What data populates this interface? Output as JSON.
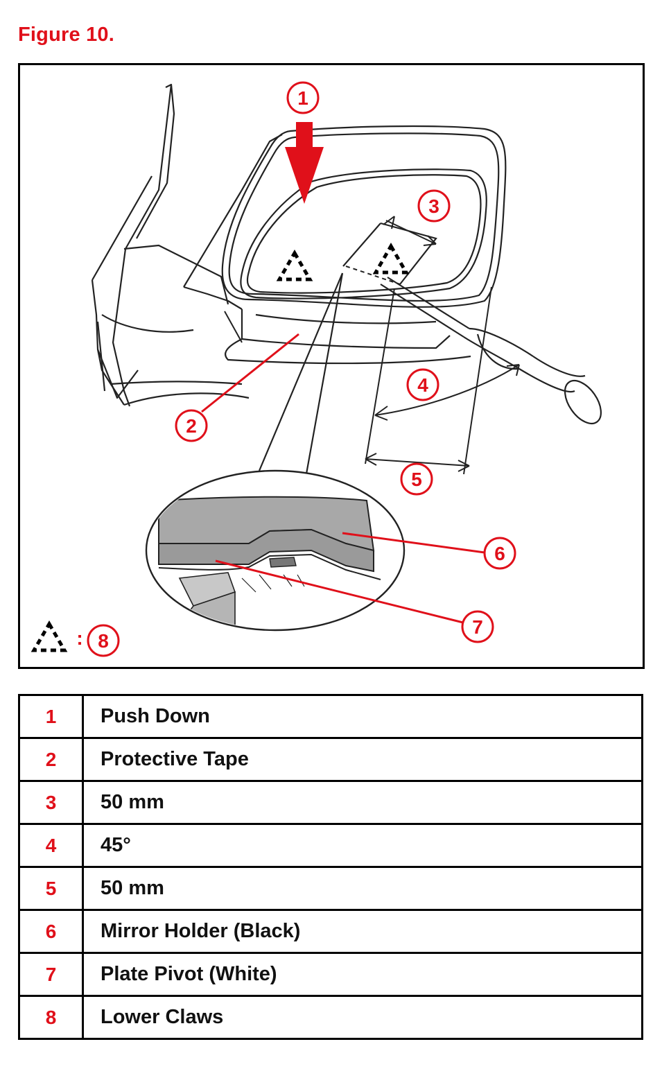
{
  "figure_title": "Figure 10.",
  "callouts": [
    "1",
    "2",
    "3",
    "4",
    "5",
    "6",
    "7",
    "8"
  ],
  "key_separator": ":",
  "legend": [
    {
      "num": "1",
      "text": "Push Down"
    },
    {
      "num": "2",
      "text": "Protective Tape"
    },
    {
      "num": "3",
      "text": "50 mm"
    },
    {
      "num": "4",
      "text": "45°"
    },
    {
      "num": "5",
      "text": "50 mm"
    },
    {
      "num": "6",
      "text": "Mirror Holder (Black)"
    },
    {
      "num": "7",
      "text": "Plate Pivot (White)"
    },
    {
      "num": "8",
      "text": "Lower Claws"
    }
  ],
  "colors": {
    "accent": "#e0101a",
    "line": "#111111",
    "grey_part": "#a8a8a8"
  },
  "icons": [
    "dashed-triangle-icon",
    "down-arrow-icon",
    "screwdriver-icon"
  ]
}
